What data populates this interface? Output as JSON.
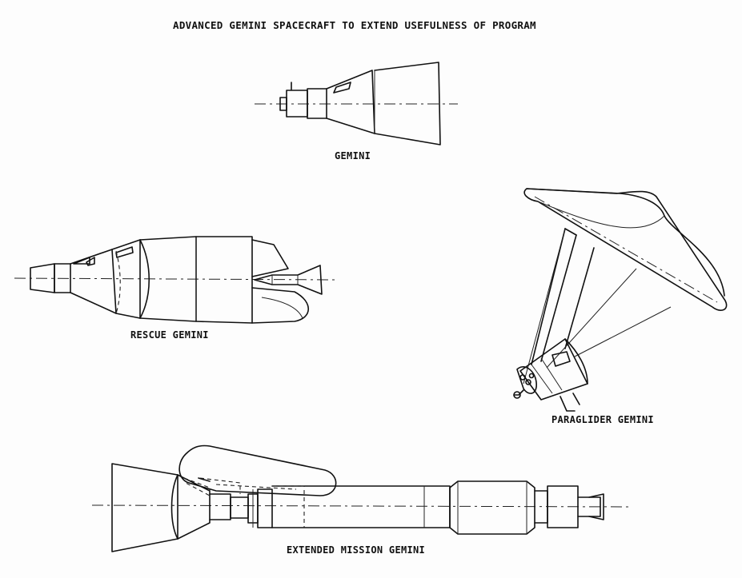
{
  "title": "ADVANCED GEMINI SPACECRAFT TO EXTEND USEFULNESS OF PROGRAM",
  "labels": {
    "gemini": "GEMINI",
    "rescue": "RESCUE GEMINI",
    "paraglider": "PARAGLIDER GEMINI",
    "extended": "EXTENDED MISSION GEMINI"
  }
}
